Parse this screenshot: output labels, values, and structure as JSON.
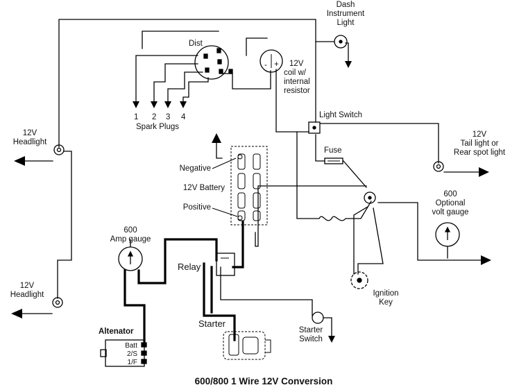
{
  "title": "600/800 1 Wire  12V Conversion",
  "labels": {
    "dash_light": [
      "Dash",
      "Instrument",
      "Light"
    ],
    "dist": "Dist",
    "coil": [
      "12V",
      "coil w/",
      "internal",
      "resistor"
    ],
    "coil_minus": "-",
    "coil_plus": "+",
    "plug_numbers": [
      "1",
      "2",
      "3",
      "4"
    ],
    "spark_plugs": "Spark Plugs",
    "light_switch": "Light Switch",
    "fuse": "Fuse",
    "headlight_top": [
      "12V",
      "Headlight"
    ],
    "headlight_bottom": [
      "12V",
      "Headlight"
    ],
    "tail_light": [
      "12V",
      "Tail light or",
      "Rear spot light"
    ],
    "negative": "Negative",
    "battery": "12V Battery",
    "positive": "Positive",
    "amp_gauge": [
      "600",
      "Amp gauge"
    ],
    "volt_gauge": [
      "600",
      "Optional",
      "volt gauge"
    ],
    "relay": "Relay",
    "ignition_key": [
      "Ignition",
      "Key"
    ],
    "starter": "Starter",
    "starter_switch": [
      "Starter",
      "Switch"
    ],
    "altenator": "Altenator",
    "alt_terminals": [
      "Batt",
      "2/S",
      "1/F"
    ]
  }
}
